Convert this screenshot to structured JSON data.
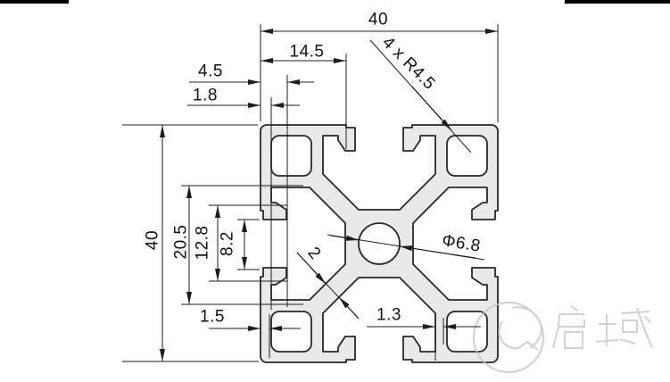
{
  "drawing": {
    "type": "aluminium-profile-cross-section",
    "profile": "4040 T-slot extrusion"
  },
  "dimensions": {
    "top_width": {
      "value": "40"
    },
    "slot_offset": {
      "value": "14.5"
    },
    "lip_depth": {
      "value": "4.5"
    },
    "top_wall": {
      "value": "1.8"
    },
    "corner_radius": {
      "value": "4 x R4.5"
    },
    "side_height": {
      "value": "40"
    },
    "cavity_width": {
      "value": "20.5"
    },
    "hook_span": {
      "value": "12.8"
    },
    "slot_opening": {
      "value": "8.2"
    },
    "left_wall": {
      "value": "1.5"
    },
    "slot_wall": {
      "value": "1.3"
    },
    "web_thickness": {
      "value": "2"
    },
    "center_hole_dia": {
      "value": "Φ6.8"
    }
  },
  "watermark": {
    "brand_text": "启域",
    "logo": "Q"
  },
  "colors": {
    "profile_fill": "#e9e9e9",
    "outline": "#282828",
    "dimension_line": "#1d1d1d",
    "text": "#121212",
    "watermark": "#c3c3c3",
    "background": "#ffffff"
  }
}
